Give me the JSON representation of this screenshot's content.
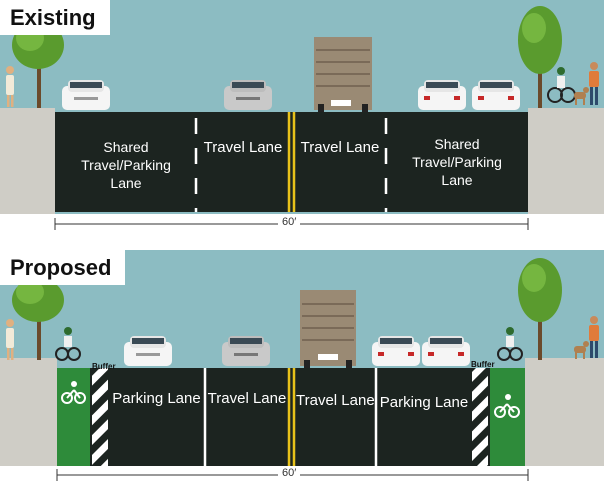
{
  "existing": {
    "title": "Existing",
    "lanes": {
      "shared_left": "Shared\nTravel/Parking\nLane",
      "travel_left": "Travel Lane",
      "travel_right": "Travel Lane",
      "shared_right": "Shared\nTravel/Parking\nLane"
    },
    "width_label": "60′"
  },
  "proposed": {
    "title": "Proposed",
    "lanes": {
      "parking_left": "Parking Lane",
      "travel_left": "Travel Lane",
      "travel_right": "Travel Lane",
      "parking_right": "Parking Lane"
    },
    "buffer_left": "Buffer",
    "buffer_right": "Buffer",
    "width_label": "60′"
  },
  "colors": {
    "sky": "#8cbcc2",
    "road": "#1c2420",
    "sidewalk": "#cfcdc6",
    "bike_lane": "#2e8b3a",
    "center_line": "#e8c21a"
  }
}
